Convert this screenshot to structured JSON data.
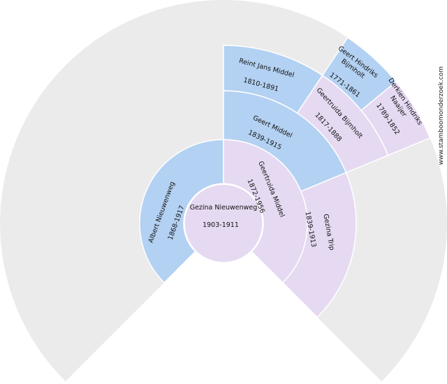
{
  "colors": {
    "background_ring": "#ebebeb",
    "male": "#b3d1f2",
    "female": "#e6d9f2",
    "separator": "#ffffff"
  },
  "credit": "www.stamboomonderzoek.com",
  "root": {
    "name": "Gezina Nieuwenweg",
    "dates": "1903-1911",
    "sex": "female"
  },
  "generation1": [
    {
      "name": "Albert Nieuwenweg",
      "dates": "1868-1917",
      "sex": "male"
    },
    {
      "name": "Geertruida Middel",
      "dates": "1872-1956",
      "sex": "female"
    }
  ],
  "generation2": [
    {
      "name": "Geert Middel",
      "dates": "1839-1915",
      "sex": "male"
    },
    {
      "name": "Gezina Trip",
      "dates": "1839-1913",
      "sex": "female"
    }
  ],
  "generation3": [
    {
      "name": "Reint Jans Middel",
      "dates": "1810-1891",
      "sex": "male"
    },
    {
      "name": "Geertruida Bijmholt",
      "dates": "1817-1888",
      "sex": "female"
    }
  ],
  "generation4": [
    {
      "name": "Geert Hindriks Bijmholt",
      "dates": "1771-1861",
      "sex": "male"
    },
    {
      "name": "Derkien Hindriks Naaijer",
      "dates": "1789-1852",
      "sex": "female"
    }
  ]
}
